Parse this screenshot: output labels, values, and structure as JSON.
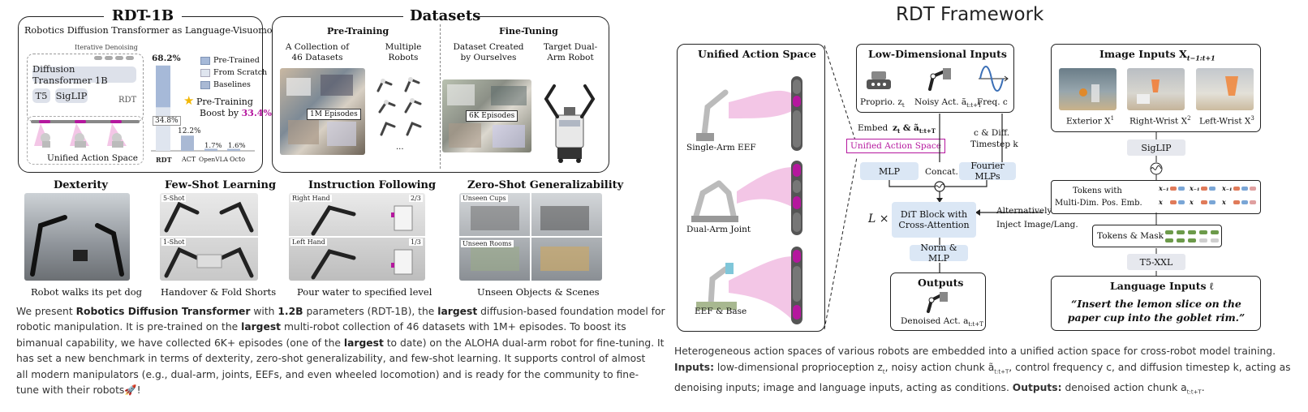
{
  "left": {
    "rdt_title": "RDT-1B",
    "rdt_subtitle": "Robotics Diffusion Transformer as Language-Visuomotor Policy",
    "iterative_denoising": "Iterative Denoising",
    "diffusion_transformer": "Diffusion Transformer 1B",
    "t5": "T5",
    "siglip": "SigLIP",
    "rdt_label": "RDT",
    "unified_action_space": "Unified Action Space",
    "pretraining_boost": "Pre-Training",
    "boost_by": "Boost by",
    "boost_value": "33.4%",
    "legend": [
      "Pre-Trained",
      "From Scratch",
      "Baselines"
    ],
    "bars": [
      {
        "name": "RDT",
        "value": 68.2,
        "scratch": 34.8,
        "label": "68.2%",
        "scratch_label": "34.8%"
      },
      {
        "name": "ACT",
        "value": 12.2,
        "label": "12.2%"
      },
      {
        "name": "OpenVLA",
        "value": 1.7,
        "label": "1.7%"
      },
      {
        "name": "Octo",
        "value": 1.6,
        "label": "1.6%"
      }
    ],
    "datasets_title": "Datasets",
    "pretraining_header": "Pre-Training",
    "finetuning_header": "Fine-Tuning",
    "collection_text": "A Collection of 46 Datasets",
    "multiple_robots": "Multiple Robots",
    "dataset_created": "Dataset Created by Ourselves",
    "target_robot": "Target Dual-Arm Robot",
    "episodes_1m": "1M Episodes",
    "episodes_6k": "6K Episodes",
    "ellipsis": "...",
    "capabilities": [
      {
        "title": "Dexterity",
        "caption": "Robot walks its pet dog"
      },
      {
        "title": "Few-Shot Learning",
        "caption": "Handover & Fold Shorts",
        "tags": [
          "5-Shot",
          "1-Shot"
        ]
      },
      {
        "title": "Instruction Following",
        "caption": "Pour water to specified level",
        "tags": [
          "Right Hand",
          "Left Hand"
        ],
        "fractions": [
          "2/3",
          "1/3"
        ]
      },
      {
        "title": "Zero-Shot Generalizability",
        "caption": "Unseen Objects & Scenes",
        "tags": [
          "Unseen Cups",
          "Unseen Rooms"
        ]
      }
    ],
    "para_lines": [
      [
        "We present ",
        "Robotics Diffusion Transformer",
        " with ",
        "1.2B",
        " parameters (RDT-1B), the ",
        "largest",
        " diffusion-based foundation model for"
      ],
      [
        "robotic manipulation. It is pre-trained on the ",
        "largest",
        " multi-robot collection of 46 datasets with 1M+ episodes. To boost its"
      ],
      [
        "bimanual capability, we have collected 6K+ episodes (one of the ",
        "largest",
        " to date) on the ALOHA dual-arm robot for fine-tuning. It"
      ],
      [
        "has set a new benchmark in terms of dexterity, zero-shot generalizability, and few-shot learning. It supports control of almost"
      ],
      [
        "all modern manipulators (e.g., dual-arm, joints, EEFs, and even wheeled locomotion) and is ready for the community to fine-"
      ],
      [
        "tune with their robots🚀!"
      ]
    ]
  },
  "right": {
    "framework_title": "RDT Framework",
    "unified_action_space_title": "Unified Action Space",
    "robots": [
      "Single-Arm EEF",
      "Dual-Arm Joint",
      "EEF & Base"
    ],
    "low_dim_title": "Low-Dimensional Inputs",
    "proprio": "Proprio. z",
    "proprio_sub": "t",
    "noisy_act": "Noisy Act. ã",
    "noisy_sub": "t:t+T",
    "freq": "Freq. c",
    "embed": "Embed",
    "embed_vars": "z",
    "embed_vars_rest": " & ã",
    "unified_action_space_box": "Unified Action Space",
    "c_diff": "c & Diff.",
    "timestep_k": "Timestep k",
    "mlp": "MLP",
    "concat": "Concat.",
    "fourier_mlps": "Fourier MLPs",
    "l_times": "L ×",
    "dit_block": "DiT Block with Cross-Attention",
    "alternatively": "Alternatively",
    "inject": "Inject Image/Lang.",
    "norm_mlp": "Norm & MLP",
    "outputs_title": "Outputs",
    "denoised_act": "Denoised Act. a",
    "denoised_sub": "t:t+T",
    "image_inputs_title": "Image Inputs X",
    "image_inputs_sub": "t−1:t+1",
    "cameras": [
      "Exterior X",
      "Right-Wrist X",
      "Left-Wrist X"
    ],
    "camera_sup": [
      "1",
      "2",
      "3"
    ],
    "siglip": "SigLIP",
    "tokens_with": "Tokens with",
    "multi_dim": "Multi-Dim. Pos. Emb.",
    "tokens_mask": "Tokens & Mask",
    "t5xxl": "T5-XXL",
    "language_title": "Language Inputs ℓ",
    "language_text": "“Insert the lemon slice on the paper cup into the goblet rim.”",
    "caption_line1": "Heterogeneous action spaces of various robots are embedded into a unified action space for cross-robot model training.",
    "caption_inputs_label": "Inputs:",
    "caption_line2": " low-dimensional proprioception z",
    "caption_line2b": ", noisy action chunk ã",
    "caption_line2c": ", control frequency c, and diffusion timestep k, acting as",
    "caption_line3": "denoising inputs; image and language inputs, acting as conditions. ",
    "caption_outputs_label": "Outputs:",
    "caption_line3b": " denoised action chunk a"
  },
  "colors": {
    "magenta": "#b5179e",
    "pink_band": "#f3c6e6",
    "bar_pretrained": "#a6b9d8",
    "bar_scratch": "#dfe5ef",
    "bar_baseline": "#a9b9d4",
    "star": "#f2b705",
    "blue_box": "#dbe7f5",
    "gray_box": "#dde1ea"
  }
}
